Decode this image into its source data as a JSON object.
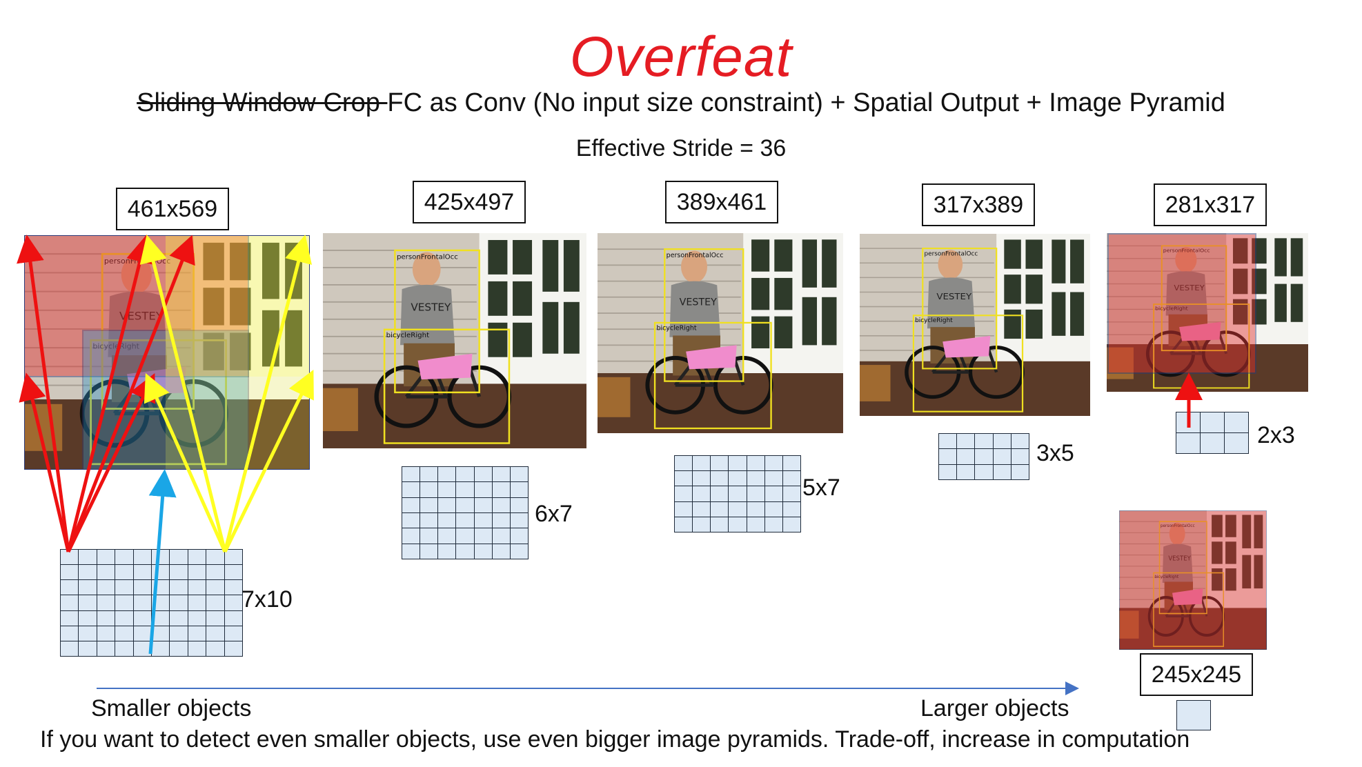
{
  "title": "Overfeat",
  "subtitle": {
    "struck": "Sliding Window Crop ",
    "rest": "FC as Conv (No input size constraint) + Spatial Output + Image Pyramid"
  },
  "stride_label": "Effective Stride = 36",
  "scales": [
    {
      "size": "461x569",
      "grid": "7x10",
      "rows": 7,
      "cols": 10
    },
    {
      "size": "425x497",
      "grid": "6x7",
      "rows": 6,
      "cols": 7
    },
    {
      "size": "389x461",
      "grid": "5x7",
      "rows": 5,
      "cols": 7
    },
    {
      "size": "317x389",
      "grid": "3x5",
      "rows": 3,
      "cols": 5
    },
    {
      "size": "281x317",
      "grid": "2x3",
      "rows": 2,
      "cols": 3
    },
    {
      "size": "245x245",
      "grid": "",
      "rows": 1,
      "cols": 1
    }
  ],
  "photo_labels": {
    "person": "personFrontalOcc",
    "bicycle": "bicycleRight"
  },
  "axis": {
    "left": "Smaller objects",
    "right": "Larger objects"
  },
  "footer": "If you want to detect even smaller objects, use even bigger image pyramids. Trade-off, increase in computation",
  "colors": {
    "title": "#e51c23",
    "arrow_red": "#ee1111",
    "arrow_yellow": "#ffff22",
    "arrow_blue": "#1aa6e6",
    "grid_fill": "#dde9f5",
    "axis_line": "#4472c4",
    "bbox_yellow": "#f0e020"
  }
}
